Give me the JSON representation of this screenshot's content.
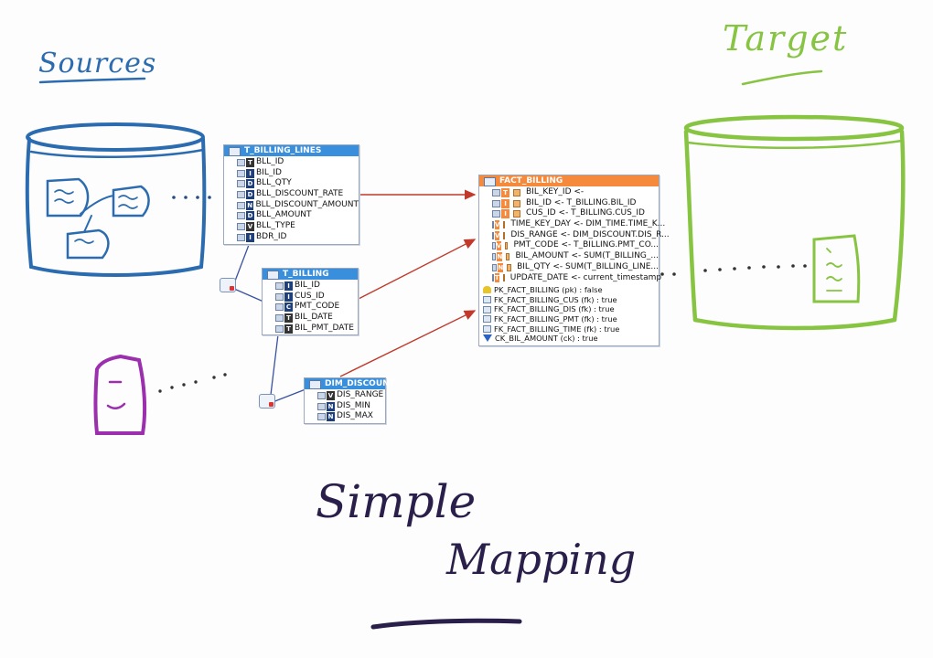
{
  "titles": {
    "sources": "Sources",
    "target": "Target",
    "simple": "Simple",
    "mapping": "Mapping"
  },
  "colors": {
    "source_blue": "#2b6cb0",
    "target_green": "#86c442",
    "purple_source": "#9b2fae",
    "arrow_red": "#c0392b",
    "title_ink": "#2a1f4a"
  },
  "tables": {
    "t_billing_lines": {
      "name": "T_BILLING_LINES",
      "rows": [
        {
          "type": "T",
          "label": "BLL_ID"
        },
        {
          "type": "I",
          "label": "BIL_ID"
        },
        {
          "type": "D",
          "label": "BLL_QTY"
        },
        {
          "type": "D",
          "label": "BLL_DISCOUNT_RATE"
        },
        {
          "type": "N",
          "label": "BLL_DISCOUNT_AMOUNT"
        },
        {
          "type": "D",
          "label": "BLL_AMOUNT"
        },
        {
          "type": "V",
          "label": "BLL_TYPE"
        },
        {
          "type": "I",
          "label": "BDR_ID"
        }
      ]
    },
    "t_billing": {
      "name": "T_BILLING",
      "rows": [
        {
          "type": "I",
          "label": "BIL_ID"
        },
        {
          "type": "I",
          "label": "CUS_ID"
        },
        {
          "type": "C",
          "label": "PMT_CODE"
        },
        {
          "type": "T",
          "label": "BIL_DATE"
        },
        {
          "type": "T",
          "label": "BIL_PMT_DATE"
        }
      ]
    },
    "dim_discount": {
      "name": "DIM_DISCOUNT",
      "rows": [
        {
          "type": "V",
          "label": "DIS_RANGE"
        },
        {
          "type": "N",
          "label": "DIS_MIN"
        },
        {
          "type": "N",
          "label": "DIS_MAX"
        }
      ]
    },
    "fact_billing": {
      "name": "FACT_BILLING",
      "rows": [
        {
          "type": "T",
          "label": "BIL_KEY_ID <-"
        },
        {
          "type": "I",
          "label": "BIL_ID <- T_BILLING.BIL_ID"
        },
        {
          "type": "I",
          "label": "CUS_ID <- T_BILLING.CUS_ID"
        },
        {
          "type": "V",
          "label": "TIME_KEY_DAY <- DIM_TIME.TIME_K..."
        },
        {
          "type": "V",
          "label": "DIS_RANGE <- DIM_DISCOUNT.DIS_R..."
        },
        {
          "type": "V",
          "label": "PMT_CODE <- T_BILLING.PMT_CO..."
        },
        {
          "type": "N",
          "label": "BIL_AMOUNT <- SUM(T_BILLING_..."
        },
        {
          "type": "N",
          "label": "BIL_QTY <- SUM(T_BILLING_LINE..."
        },
        {
          "type": "T",
          "label": "UPDATE_DATE <- current_timestamp"
        }
      ],
      "constraints": [
        {
          "kind": "key-icon",
          "label": "PK_FACT_BILLING (pk) : false"
        },
        {
          "kind": "fk-icon",
          "label": "FK_FACT_BILLING_CUS (fk) : true"
        },
        {
          "kind": "fk-icon",
          "label": "FK_FACT_BILLING_DIS (fk) : true"
        },
        {
          "kind": "fk-icon",
          "label": "FK_FACT_BILLING_PMT (fk) : true"
        },
        {
          "kind": "fk-icon",
          "label": "FK_FACT_BILLING_TIME (fk) : true"
        },
        {
          "kind": "ck-icon",
          "label": "CK_BIL_AMOUNT (ck) : true"
        }
      ]
    }
  }
}
